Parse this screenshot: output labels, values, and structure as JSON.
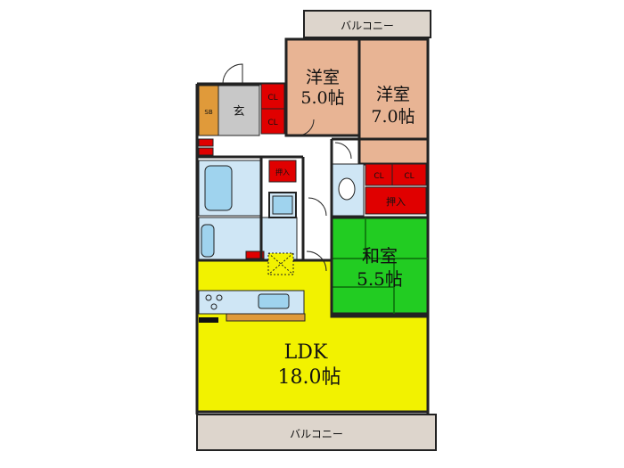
{
  "balcony_top": "バルコニー",
  "balcony_bottom": "バルコニー",
  "rooms": {
    "western1": {
      "name": "洋室",
      "size": "5.0帖"
    },
    "western2": {
      "name": "洋室",
      "size": "7.0帖"
    },
    "japanese": {
      "name": "和室",
      "size": "5.5帖"
    },
    "ldk": {
      "name": "LDK",
      "size": "18.0帖"
    }
  },
  "labels": {
    "entrance": "玄",
    "shoe_box": "SB",
    "closet": "CL",
    "oshiire": "押入"
  },
  "colors": {
    "western": "#e8b494",
    "japanese": "#22cc22",
    "ldk": "#f2f200",
    "balcony": "#ddd5cc",
    "closet": "#e00000",
    "wet_area": "#cfe6f5",
    "entrance": "#c8c8c8",
    "shoe_box": "#e09a3a",
    "wall": "#222222"
  }
}
